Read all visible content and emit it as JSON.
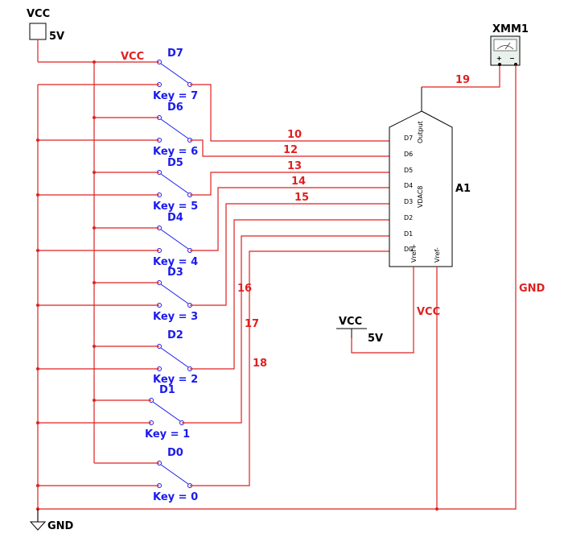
{
  "components": {
    "vcc_source_top": {
      "label": "VCC",
      "value": "5V"
    },
    "vcc_source_mid": {
      "label": "VCC",
      "value": "5V"
    },
    "ground": {
      "label": "GND"
    },
    "multimeter": {
      "label": "XMM1",
      "plus": "+",
      "minus": "−"
    },
    "dac": {
      "ref": "A1",
      "part": "VDAC8",
      "pins": {
        "output": "Output",
        "d7": "D7",
        "d6": "D6",
        "d5": "D5",
        "d4": "D4",
        "d3": "D3",
        "d2": "D2",
        "d1": "D1",
        "d0": "D0",
        "vref_plus": "Vref+",
        "vref_minus": "Vref-"
      }
    },
    "switches": [
      {
        "name": "D7",
        "key": "Key = 7"
      },
      {
        "name": "D6",
        "key": "Key = 6"
      },
      {
        "name": "D5",
        "key": "Key = 5"
      },
      {
        "name": "D4",
        "key": "Key = 4"
      },
      {
        "name": "D3",
        "key": "Key = 3"
      },
      {
        "name": "D2",
        "key": "Key = 2"
      },
      {
        "name": "D1",
        "key": "Key = 1"
      },
      {
        "name": "D0",
        "key": "Key = 0"
      }
    ]
  },
  "nets": {
    "vcc_top": "VCC",
    "vcc_vref": "VCC",
    "gnd": "GND",
    "n10": "10",
    "n12": "12",
    "n13": "13",
    "n14": "14",
    "n15": "15",
    "n16": "16",
    "n17": "17",
    "n18": "18",
    "n19": "19"
  }
}
